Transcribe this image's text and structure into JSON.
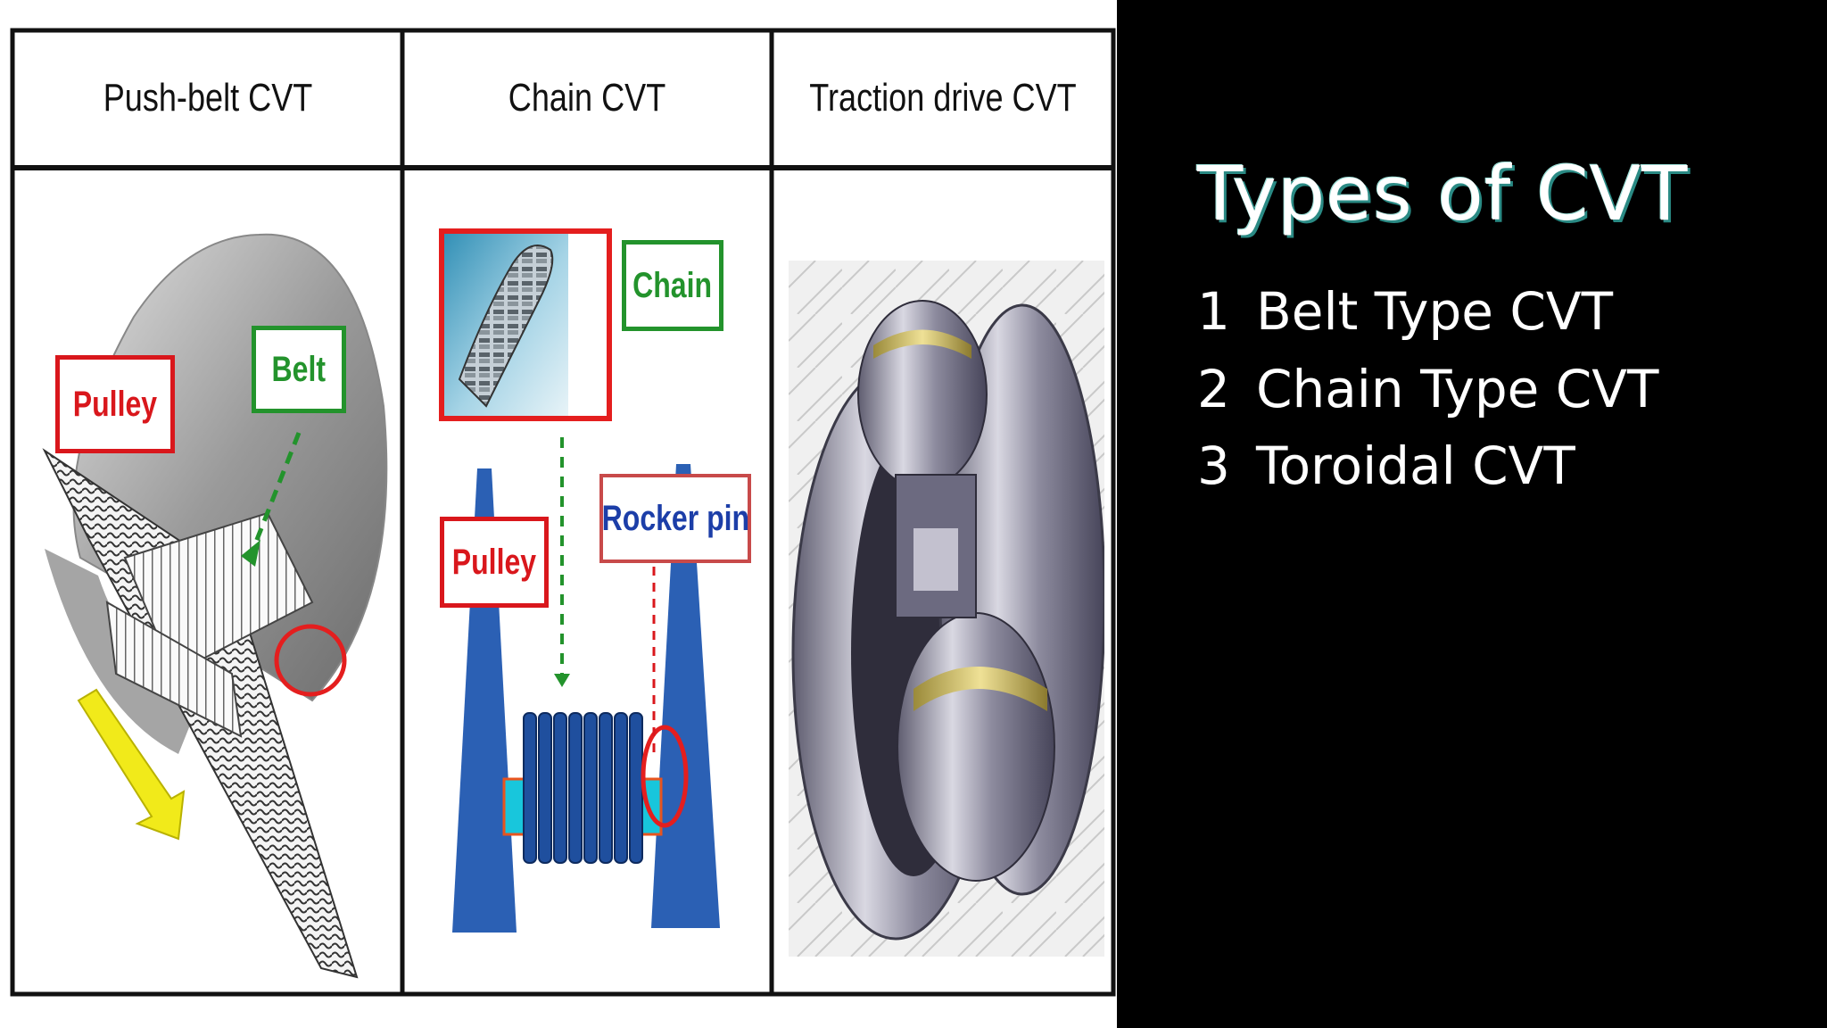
{
  "table": {
    "columns": [
      "Push-belt CVT",
      "Chain CVT",
      "Traction drive CVT"
    ]
  },
  "push_belt": {
    "pulley_label": "Pulley",
    "belt_label": "Belt"
  },
  "chain_cvt": {
    "chain_label": "Chain",
    "pulley_label": "Pulley",
    "rocker_pin_label": "Rocker pin"
  },
  "slide": {
    "title": "Types of CVT",
    "items": [
      {
        "num": "1",
        "label": "Belt Type CVT"
      },
      {
        "num": "2",
        "label": "Chain Type CVT"
      },
      {
        "num": "3",
        "label": "Toroidal CVT"
      }
    ]
  },
  "colors": {
    "red_label": "#d9171c",
    "green_label": "#23932c",
    "blue_label": "#1c3ea8",
    "pulley_blue": "#2b60b4",
    "title_shadow": "#2a8a84"
  }
}
